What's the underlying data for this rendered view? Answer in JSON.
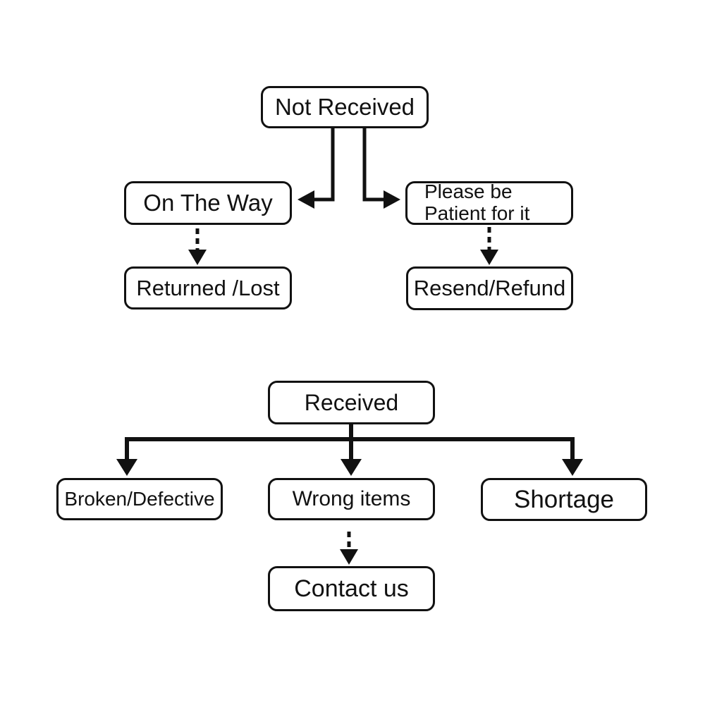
{
  "diagram": {
    "type": "flowchart",
    "background": "#ffffff",
    "line_color": "#111111",
    "text_color": "#111111",
    "nodes": [
      {
        "id": "not-received",
        "label": "Not Received"
      },
      {
        "id": "on-the-way",
        "label": "On The Way"
      },
      {
        "id": "please-be-patient",
        "label": "Please be\nPatient for it"
      },
      {
        "id": "returned-lost",
        "label": "Returned /Lost"
      },
      {
        "id": "resend-refund",
        "label": "Resend/Refund"
      },
      {
        "id": "received",
        "label": "Received"
      },
      {
        "id": "broken-defective",
        "label": "Broken/Defective"
      },
      {
        "id": "wrong-items",
        "label": "Wrong items"
      },
      {
        "id": "shortage",
        "label": "Shortage"
      },
      {
        "id": "contact-us",
        "label": "Contact us"
      }
    ],
    "edges": [
      {
        "from": "not-received",
        "to": "on-the-way",
        "style": "solid-elbow-arrow"
      },
      {
        "from": "not-received",
        "to": "please-be-patient",
        "style": "solid-elbow-arrow"
      },
      {
        "from": "on-the-way",
        "to": "returned-lost",
        "style": "dashed-arrow"
      },
      {
        "from": "please-be-patient",
        "to": "resend-refund",
        "style": "dashed-arrow"
      },
      {
        "from": "received",
        "to": "broken-defective",
        "style": "solid-arrow"
      },
      {
        "from": "received",
        "to": "wrong-items",
        "style": "solid-arrow"
      },
      {
        "from": "received",
        "to": "shortage",
        "style": "solid-arrow"
      },
      {
        "from": "wrong-items",
        "to": "contact-us",
        "style": "dashed-arrow"
      }
    ]
  }
}
